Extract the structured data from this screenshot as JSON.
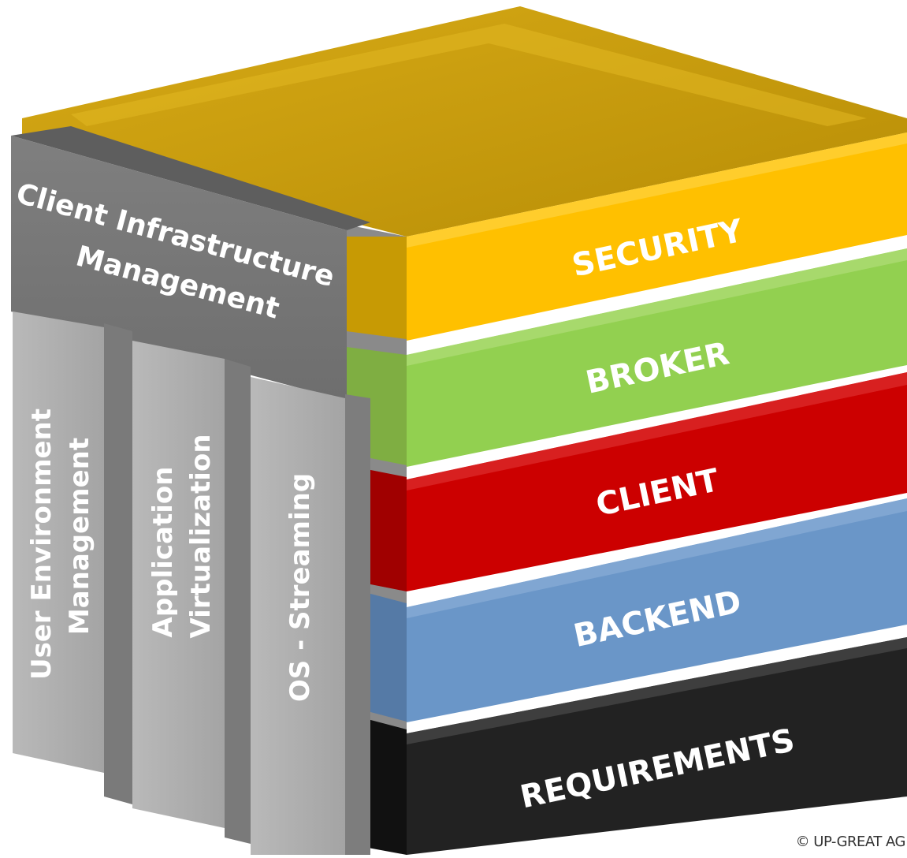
{
  "diagram": {
    "pillar_group": {
      "header": {
        "line1": "Client Infrastructure",
        "line2": "Management"
      },
      "pillars": [
        {
          "line1": "User Environment",
          "line2": "Management"
        },
        {
          "line1": "Application",
          "line2": "Virtualization"
        },
        {
          "line1": "OS - Streaming"
        }
      ]
    },
    "layers": [
      {
        "label": "SECURITY",
        "color": "#ffc000"
      },
      {
        "label": "BROKER",
        "color": "#92d050"
      },
      {
        "label": "CLIENT",
        "color": "#cc0000"
      },
      {
        "label": "BACKEND",
        "color": "#6a96c8"
      },
      {
        "label": "REQUIREMENTS",
        "color": "#222222"
      }
    ],
    "copyright": "© UP-GREAT AG"
  }
}
